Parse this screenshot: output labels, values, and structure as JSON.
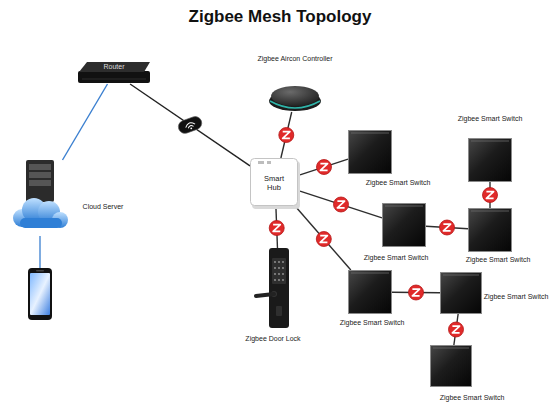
{
  "diagram": {
    "title": "Zigbee Mesh Topology",
    "nodes": [
      {
        "text": [
          "Zigbee Aircon Controller"
        ]
      },
      {
        "text": [
          "Router"
        ]
      },
      {
        "text": [
          "Zigbee Smart Switch"
        ]
      },
      {
        "text": [
          "Zigbee Smart Switch"
        ]
      },
      {
        "text": [
          "Smart Hub"
        ]
      },
      {
        "text": [
          "Cloud Server"
        ]
      },
      {
        "text": [
          "Zigbee Smart Switch"
        ]
      },
      {
        "text": [
          "Zigbee Smart Switch"
        ]
      },
      {
        "text": [
          "Zigbee Door Lock"
        ]
      },
      {
        "text": [
          "Zigbee Smart Switch"
        ]
      },
      {
        "text": [
          "Zigbee Smart Switch"
        ]
      },
      {
        "text": [
          "Zigbee Smart Switch"
        ]
      }
    ],
    "edges": [
      {
        "from": 4,
        "to": 0,
        "arrow": "none"
      },
      {
        "from": 4,
        "to": 3,
        "arrow": "none"
      },
      {
        "from": 4,
        "to": 6,
        "arrow": "none"
      },
      {
        "from": 4,
        "to": 9,
        "arrow": "none"
      },
      {
        "from": 4,
        "to": 8,
        "arrow": "none"
      },
      {
        "from": 6,
        "to": 7,
        "arrow": "none"
      },
      {
        "from": 7,
        "to": 2,
        "arrow": "none"
      },
      {
        "from": 9,
        "to": 10,
        "arrow": "none"
      },
      {
        "from": 10,
        "to": 11,
        "arrow": "none"
      },
      {
        "from": 1,
        "to": 4,
        "arrow": "none"
      },
      {
        "from": 5,
        "to": 1,
        "arrow": "none"
      }
    ]
  }
}
